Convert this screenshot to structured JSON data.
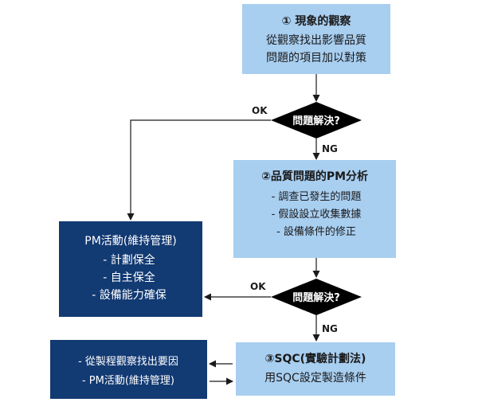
{
  "box1": {
    "title": "① 現象的觀察",
    "line1": "從觀察找出影響品質",
    "line2": "問題的項目加以對策"
  },
  "decision1": {
    "label": "問題解決?",
    "ok": "OK",
    "ng": "NG"
  },
  "box2": {
    "title": "②品質問題的PM分析",
    "items": [
      "- 調查已發生的問題",
      "- 假設設立收集數據",
      "- 設備條件的修正"
    ]
  },
  "pm_box": {
    "title": "PM活動(維持管理)",
    "items": [
      "- 計劃保全",
      "- 自主保全",
      "- 設備能力確保"
    ]
  },
  "decision2": {
    "label": "問題解決?",
    "ok": "OK",
    "ng": "NG"
  },
  "box3": {
    "title": "③SQC(實驗計劃法)",
    "line1": "用SQC設定製造條件"
  },
  "left_box": {
    "items": [
      "- 從製程觀察找出要因",
      "- PM活動(維持管理)"
    ]
  },
  "colors": {
    "light_box": "#a8cef0",
    "dark_box": "#123a73",
    "decision": "#000000"
  }
}
